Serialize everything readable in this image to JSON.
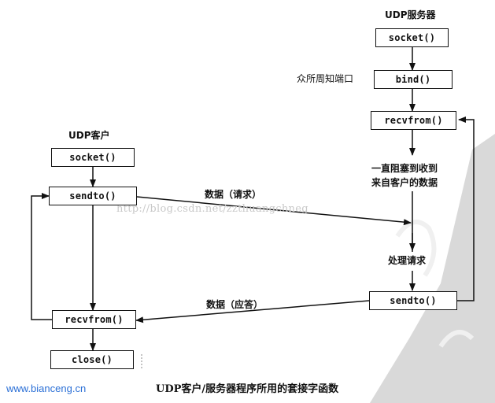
{
  "server": {
    "title": "UDP服务器",
    "socket": "socket()",
    "bind": "bind()",
    "bind_note": "众所周知端口",
    "recvfrom": "recvfrom()",
    "block_line1": "一直阻塞到收到",
    "block_line2": "来自客户的数据",
    "process": "处理请求",
    "sendto": "sendto()"
  },
  "client": {
    "title": "UDP客户",
    "socket": "socket()",
    "sendto": "sendto()",
    "recvfrom": "recvfrom()",
    "close": "close()"
  },
  "messages": {
    "request": "数据（请求）",
    "reply": "数据（应答）"
  },
  "watermark_url": "http://blog.csdn.net/zzthuangchneg",
  "site": "www.bianceng.cn",
  "caption": "UDP客户/服务器程序所用的套接字函数"
}
